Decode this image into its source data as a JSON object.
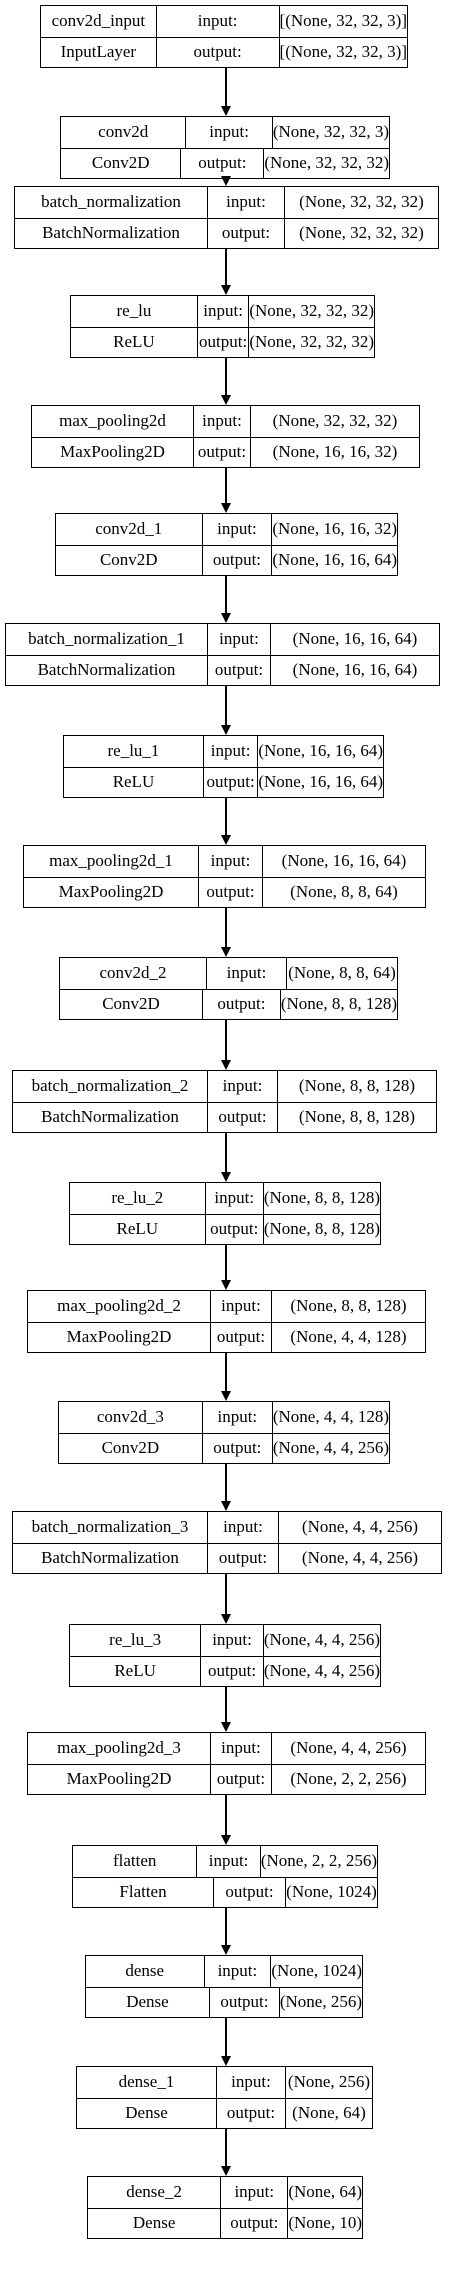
{
  "layers": [
    {
      "name": "conv2d_input",
      "type": "InputLayer",
      "input_label": "input:",
      "output_label": "output:",
      "input": "[(None, 32, 32, 3)]",
      "output": "[(None, 32, 32, 3)]"
    },
    {
      "name": "conv2d",
      "type": "Conv2D",
      "input_label": "input:",
      "output_label": "output:",
      "input": "(None, 32, 32, 3)",
      "output": "(None, 32, 32, 32)"
    },
    {
      "name": "batch_normalization",
      "type": "BatchNormalization",
      "input_label": "input:",
      "output_label": "output:",
      "input": "(None, 32, 32, 32)",
      "output": "(None, 32, 32, 32)"
    },
    {
      "name": "re_lu",
      "type": "ReLU",
      "input_label": "input:",
      "output_label": "output:",
      "input": "(None, 32, 32, 32)",
      "output": "(None, 32, 32, 32)"
    },
    {
      "name": "max_pooling2d",
      "type": "MaxPooling2D",
      "input_label": "input:",
      "output_label": "output:",
      "input": "(None, 32, 32, 32)",
      "output": "(None, 16, 16, 32)"
    },
    {
      "name": "conv2d_1",
      "type": "Conv2D",
      "input_label": "input:",
      "output_label": "output:",
      "input": "(None, 16, 16, 32)",
      "output": "(None, 16, 16, 64)"
    },
    {
      "name": "batch_normalization_1",
      "type": "BatchNormalization",
      "input_label": "input:",
      "output_label": "output:",
      "input": "(None, 16, 16, 64)",
      "output": "(None, 16, 16, 64)"
    },
    {
      "name": "re_lu_1",
      "type": "ReLU",
      "input_label": "input:",
      "output_label": "output:",
      "input": "(None, 16, 16, 64)",
      "output": "(None, 16, 16, 64)"
    },
    {
      "name": "max_pooling2d_1",
      "type": "MaxPooling2D",
      "input_label": "input:",
      "output_label": "output:",
      "input": "(None, 16, 16, 64)",
      "output": "(None, 8, 8, 64)"
    },
    {
      "name": "conv2d_2",
      "type": "Conv2D",
      "input_label": "input:",
      "output_label": "output:",
      "input": "(None, 8, 8, 64)",
      "output": "(None, 8, 8, 128)"
    },
    {
      "name": "batch_normalization_2",
      "type": "BatchNormalization",
      "input_label": "input:",
      "output_label": "output:",
      "input": "(None, 8, 8, 128)",
      "output": "(None, 8, 8, 128)"
    },
    {
      "name": "re_lu_2",
      "type": "ReLU",
      "input_label": "input:",
      "output_label": "output:",
      "input": "(None, 8, 8, 128)",
      "output": "(None, 8, 8, 128)"
    },
    {
      "name": "max_pooling2d_2",
      "type": "MaxPooling2D",
      "input_label": "input:",
      "output_label": "output:",
      "input": "(None, 8, 8, 128)",
      "output": "(None, 4, 4, 128)"
    },
    {
      "name": "conv2d_3",
      "type": "Conv2D",
      "input_label": "input:",
      "output_label": "output:",
      "input": "(None, 4, 4, 128)",
      "output": "(None, 4, 4, 256)"
    },
    {
      "name": "batch_normalization_3",
      "type": "BatchNormalization",
      "input_label": "input:",
      "output_label": "output:",
      "input": "(None, 4, 4, 256)",
      "output": "(None, 4, 4, 256)"
    },
    {
      "name": "re_lu_3",
      "type": "ReLU",
      "input_label": "input:",
      "output_label": "output:",
      "input": "(None, 4, 4, 256)",
      "output": "(None, 4, 4, 256)"
    },
    {
      "name": "max_pooling2d_3",
      "type": "MaxPooling2D",
      "input_label": "input:",
      "output_label": "output:",
      "input": "(None, 4, 4, 256)",
      "output": "(None, 2, 2, 256)"
    },
    {
      "name": "flatten",
      "type": "Flatten",
      "input_label": "input:",
      "output_label": "output:",
      "input": "(None, 2, 2, 256)",
      "output": "(None, 1024)"
    },
    {
      "name": "dense",
      "type": "Dense",
      "input_label": "input:",
      "output_label": "output:",
      "input": "(None, 1024)",
      "output": "(None, 256)"
    },
    {
      "name": "dense_1",
      "type": "Dense",
      "input_label": "input:",
      "output_label": "output:",
      "input": "(None, 256)",
      "output": "(None, 64)"
    },
    {
      "name": "dense_2",
      "type": "Dense",
      "input_label": "input:",
      "output_label": "output:",
      "input": "(None, 64)",
      "output": "(None, 10)"
    }
  ]
}
